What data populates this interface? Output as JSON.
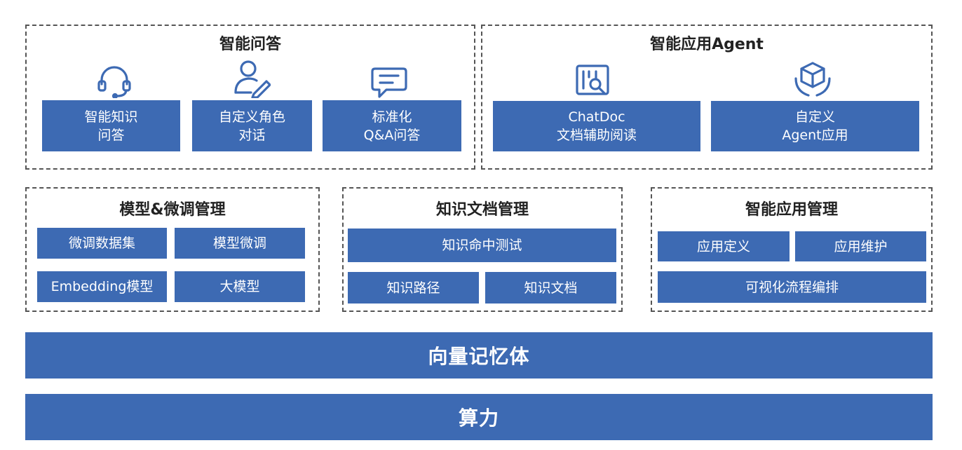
{
  "qa_panel": {
    "title": "智能问答",
    "items": [
      {
        "icon": "headset-icon",
        "line1": "智能知识",
        "line2": "问答"
      },
      {
        "icon": "user-edit-icon",
        "line1": "自定义角色",
        "line2": "对话"
      },
      {
        "icon": "chat-bubble-icon",
        "line1": "标准化",
        "line2": "Q&A问答"
      }
    ]
  },
  "agent_panel": {
    "title": "智能应用Agent",
    "items": [
      {
        "icon": "document-search-icon",
        "line1": "ChatDoc",
        "line2": "文档辅助阅读"
      },
      {
        "icon": "cube-hands-icon",
        "line1": "自定义",
        "line2": "Agent应用"
      }
    ]
  },
  "model_panel": {
    "title": "模型&微调管理",
    "items": [
      "微调数据集",
      "模型微调",
      "Embedding模型",
      "大模型"
    ]
  },
  "knowledge_panel": {
    "title": "知识文档管理",
    "items": [
      "知识命中测试",
      "知识路径",
      "知识文档"
    ]
  },
  "app_panel": {
    "title": "智能应用管理",
    "items": [
      "应用定义",
      "应用维护",
      "可视化流程编排"
    ]
  },
  "layers": {
    "vector_memory": "向量记忆体",
    "compute": "算力"
  },
  "colors": {
    "box_fill": "#3d6ab3",
    "box_text": "#ffffff",
    "border": "#555555",
    "title_text": "#222222"
  }
}
